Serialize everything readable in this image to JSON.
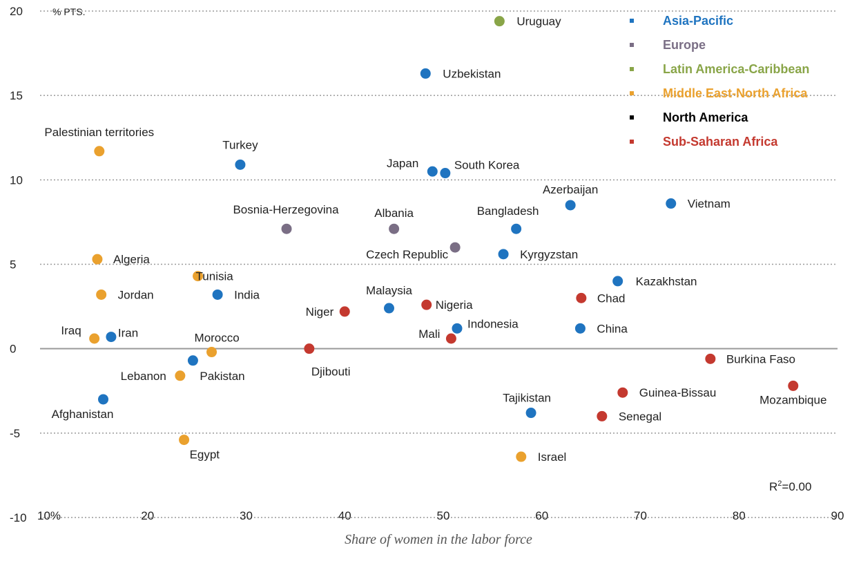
{
  "chart_data": {
    "type": "scatter",
    "xlabel": "Share of women in the labor force",
    "ylabel": "% PTS.",
    "xlim": [
      10,
      90
    ],
    "ylim": [
      -10,
      20
    ],
    "x_ticks": [
      {
        "value": 10,
        "label": "10%"
      },
      {
        "value": 20,
        "label": "20"
      },
      {
        "value": 30,
        "label": "30"
      },
      {
        "value": 40,
        "label": "40"
      },
      {
        "value": 50,
        "label": "50"
      },
      {
        "value": 60,
        "label": "60"
      },
      {
        "value": 70,
        "label": "70"
      },
      {
        "value": 80,
        "label": "80"
      },
      {
        "value": 90,
        "label": "90"
      }
    ],
    "y_ticks": [
      {
        "value": 20,
        "label": "20"
      },
      {
        "value": 15,
        "label": "15"
      },
      {
        "value": 10,
        "label": "10"
      },
      {
        "value": 5,
        "label": "5"
      },
      {
        "value": 0,
        "label": "0"
      },
      {
        "value": -5,
        "label": "-5"
      },
      {
        "value": -10,
        "label": "-10"
      }
    ],
    "grid": true,
    "legend_position": "top-right",
    "annotation_base": "R",
    "annotation_exp": "2",
    "annotation_value": "=0.00",
    "series": [
      {
        "name": "Asia-Pacific",
        "color": "#1f74c0",
        "points": [
          {
            "label": "Uzbekistan",
            "x": 48.2,
            "y": 16.3
          },
          {
            "label": "Turkey",
            "x": 29.4,
            "y": 10.9
          },
          {
            "label": "Japan",
            "x": 48.9,
            "y": 10.5
          },
          {
            "label": "South Korea",
            "x": 50.2,
            "y": 10.4
          },
          {
            "label": "Azerbaijan",
            "x": 62.9,
            "y": 8.5
          },
          {
            "label": "Vietnam",
            "x": 73.1,
            "y": 8.6
          },
          {
            "label": "Bangladesh",
            "x": 57.4,
            "y": 7.1
          },
          {
            "label": "Kyrgyzstan",
            "x": 56.1,
            "y": 5.6
          },
          {
            "label": "Kazakhstan",
            "x": 67.7,
            "y": 4.0
          },
          {
            "label": "India",
            "x": 27.1,
            "y": 3.2
          },
          {
            "label": "Malaysia",
            "x": 44.5,
            "y": 2.4
          },
          {
            "label": "Indonesia",
            "x": 51.4,
            "y": 1.2
          },
          {
            "label": "China",
            "x": 63.9,
            "y": 1.2
          },
          {
            "label": "Iran",
            "x": 16.3,
            "y": 0.7
          },
          {
            "label": "Pakistan",
            "x": 24.6,
            "y": -0.7
          },
          {
            "label": "Afghanistan",
            "x": 15.5,
            "y": -3.0
          },
          {
            "label": "Tajikistan",
            "x": 58.9,
            "y": -3.8
          }
        ]
      },
      {
        "name": "Europe",
        "color": "#7a6e85",
        "points": [
          {
            "label": "Bosnia-Herzegovina",
            "x": 34.1,
            "y": 7.1
          },
          {
            "label": "Albania",
            "x": 45.0,
            "y": 7.1
          },
          {
            "label": "Czech Republic",
            "x": 51.2,
            "y": 6.0
          }
        ]
      },
      {
        "name": "Latin America-Caribbean",
        "color": "#89a548",
        "points": [
          {
            "label": "Uruguay",
            "x": 55.7,
            "y": 19.4
          }
        ]
      },
      {
        "name": "Middle East-North Africa",
        "color": "#eaa12e",
        "points": [
          {
            "label": "Palestinian territories",
            "x": 15.1,
            "y": 11.7
          },
          {
            "label": "Algeria",
            "x": 14.9,
            "y": 5.3
          },
          {
            "label": "Tunisia",
            "x": 25.1,
            "y": 4.3
          },
          {
            "label": "Jordan",
            "x": 15.3,
            "y": 3.2
          },
          {
            "label": "Iraq",
            "x": 14.6,
            "y": 0.6
          },
          {
            "label": "Morocco",
            "x": 26.5,
            "y": -0.2
          },
          {
            "label": "Lebanon",
            "x": 23.3,
            "y": -1.6
          },
          {
            "label": "Egypt",
            "x": 23.7,
            "y": -5.4
          },
          {
            "label": "Israel",
            "x": 57.9,
            "y": -6.4
          }
        ]
      },
      {
        "name": "North America",
        "color": "#000000",
        "points": []
      },
      {
        "name": "Sub-Saharan Africa",
        "color": "#c4392f",
        "points": [
          {
            "label": "Chad",
            "x": 64.0,
            "y": 3.0
          },
          {
            "label": "Nigeria",
            "x": 48.3,
            "y": 2.6
          },
          {
            "label": "Niger",
            "x": 40.0,
            "y": 2.2
          },
          {
            "label": "Mali",
            "x": 50.8,
            "y": 0.6
          },
          {
            "label": "Djibouti",
            "x": 36.4,
            "y": 0.0
          },
          {
            "label": "Burkina Faso",
            "x": 77.1,
            "y": -0.6
          },
          {
            "label": "Mozambique",
            "x": 85.5,
            "y": -2.2
          },
          {
            "label": "Guinea-Bissau",
            "x": 68.2,
            "y": -2.6
          },
          {
            "label": "Senegal",
            "x": 66.1,
            "y": -4.0
          }
        ]
      }
    ]
  }
}
